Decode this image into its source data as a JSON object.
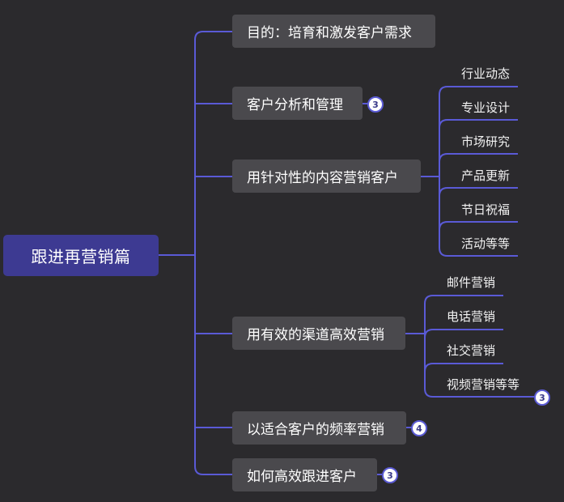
{
  "root": {
    "label": "跟进再营销篇"
  },
  "branches": [
    {
      "label": "目的：培育和激发客户需求"
    },
    {
      "label": "客户分析和管理",
      "badge": "3"
    },
    {
      "label": "用针对性的内容营销客户",
      "children": [
        "行业动态",
        "专业设计",
        "市场研究",
        "产品更新",
        "节日祝福",
        "活动等等"
      ]
    },
    {
      "label": "用有效的渠道高效营销",
      "children": [
        "邮件营销",
        "电话营销",
        "社交营销",
        "视频营销等等"
      ],
      "child_badge": "3"
    },
    {
      "label": "以适合客户的频率营销",
      "badge": "4"
    },
    {
      "label": "如何高效跟进客户",
      "badge": "3"
    }
  ],
  "colors": {
    "line": "#5a5ad6",
    "root_bg": "#3d3a92",
    "branch_bg": "#4a494d",
    "background": "#2b2a2d"
  }
}
